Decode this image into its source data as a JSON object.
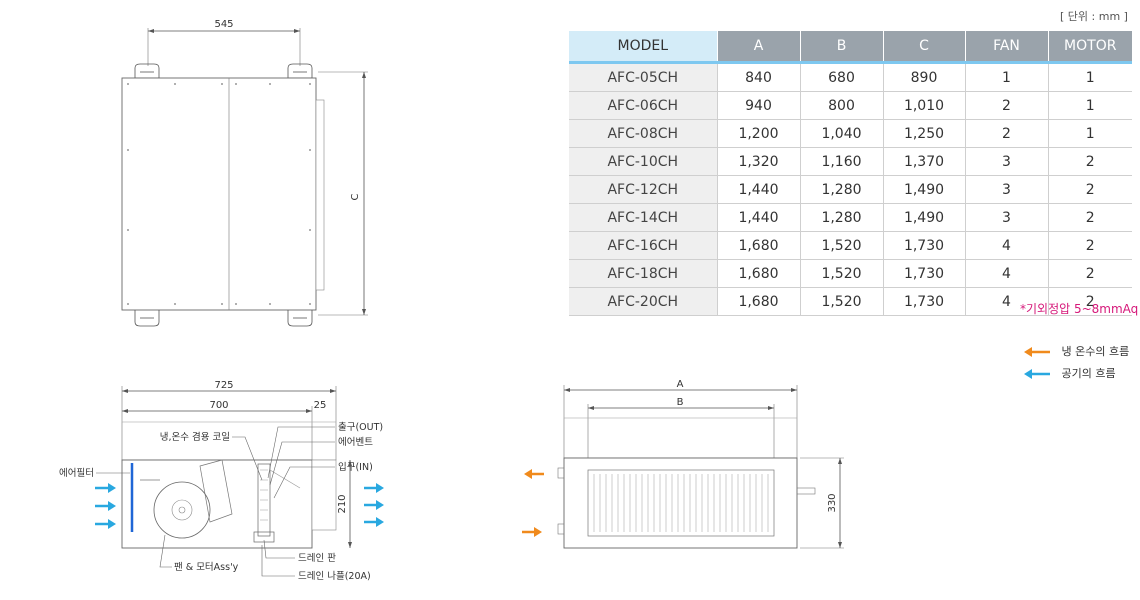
{
  "unit_label": "[ 단위 : mm ]",
  "table": {
    "headers": [
      "MODEL",
      "A",
      "B",
      "C",
      "FAN",
      "MOTOR"
    ],
    "rows": [
      [
        "AFC-05CH",
        "840",
        "680",
        "890",
        "1",
        "1"
      ],
      [
        "AFC-06CH",
        "940",
        "800",
        "1,010",
        "2",
        "1"
      ],
      [
        "AFC-08CH",
        "1,200",
        "1,040",
        "1,250",
        "2",
        "1"
      ],
      [
        "AFC-10CH",
        "1,320",
        "1,160",
        "1,370",
        "3",
        "2"
      ],
      [
        "AFC-12CH",
        "1,440",
        "1,280",
        "1,490",
        "3",
        "2"
      ],
      [
        "AFC-14CH",
        "1,440",
        "1,280",
        "1,490",
        "3",
        "2"
      ],
      [
        "AFC-16CH",
        "1,680",
        "1,520",
        "1,730",
        "4",
        "2"
      ],
      [
        "AFC-18CH",
        "1,680",
        "1,520",
        "1,730",
        "4",
        "2"
      ],
      [
        "AFC-20CH",
        "1,680",
        "1,520",
        "1,730",
        "4",
        "2"
      ]
    ]
  },
  "note": "*기외정압 5~8mmAq",
  "legend": {
    "water": "냉 온수의 흐름",
    "air": "공기의 흐름",
    "water_color": "#f08a1c",
    "air_color": "#29a8e0"
  },
  "top_view": {
    "width_dim": "545",
    "height_dim": "C"
  },
  "side_view": {
    "dim_total": "725",
    "dim_main": "700",
    "dim_small": "25",
    "dim_height": "210",
    "labels": {
      "coil": "냉,온수 겸용 코일",
      "outlet": "출구(OUT)",
      "vent": "에어벤트",
      "inlet": "입구(IN)",
      "filter": "에어필터",
      "drain_pan": "드레인 판",
      "fan_motor": "팬 & 모터Ass'y",
      "drain_nipple": "드레인 나플(20A)"
    }
  },
  "front_view": {
    "dim_a": "A",
    "dim_b": "B",
    "dim_height": "330"
  }
}
